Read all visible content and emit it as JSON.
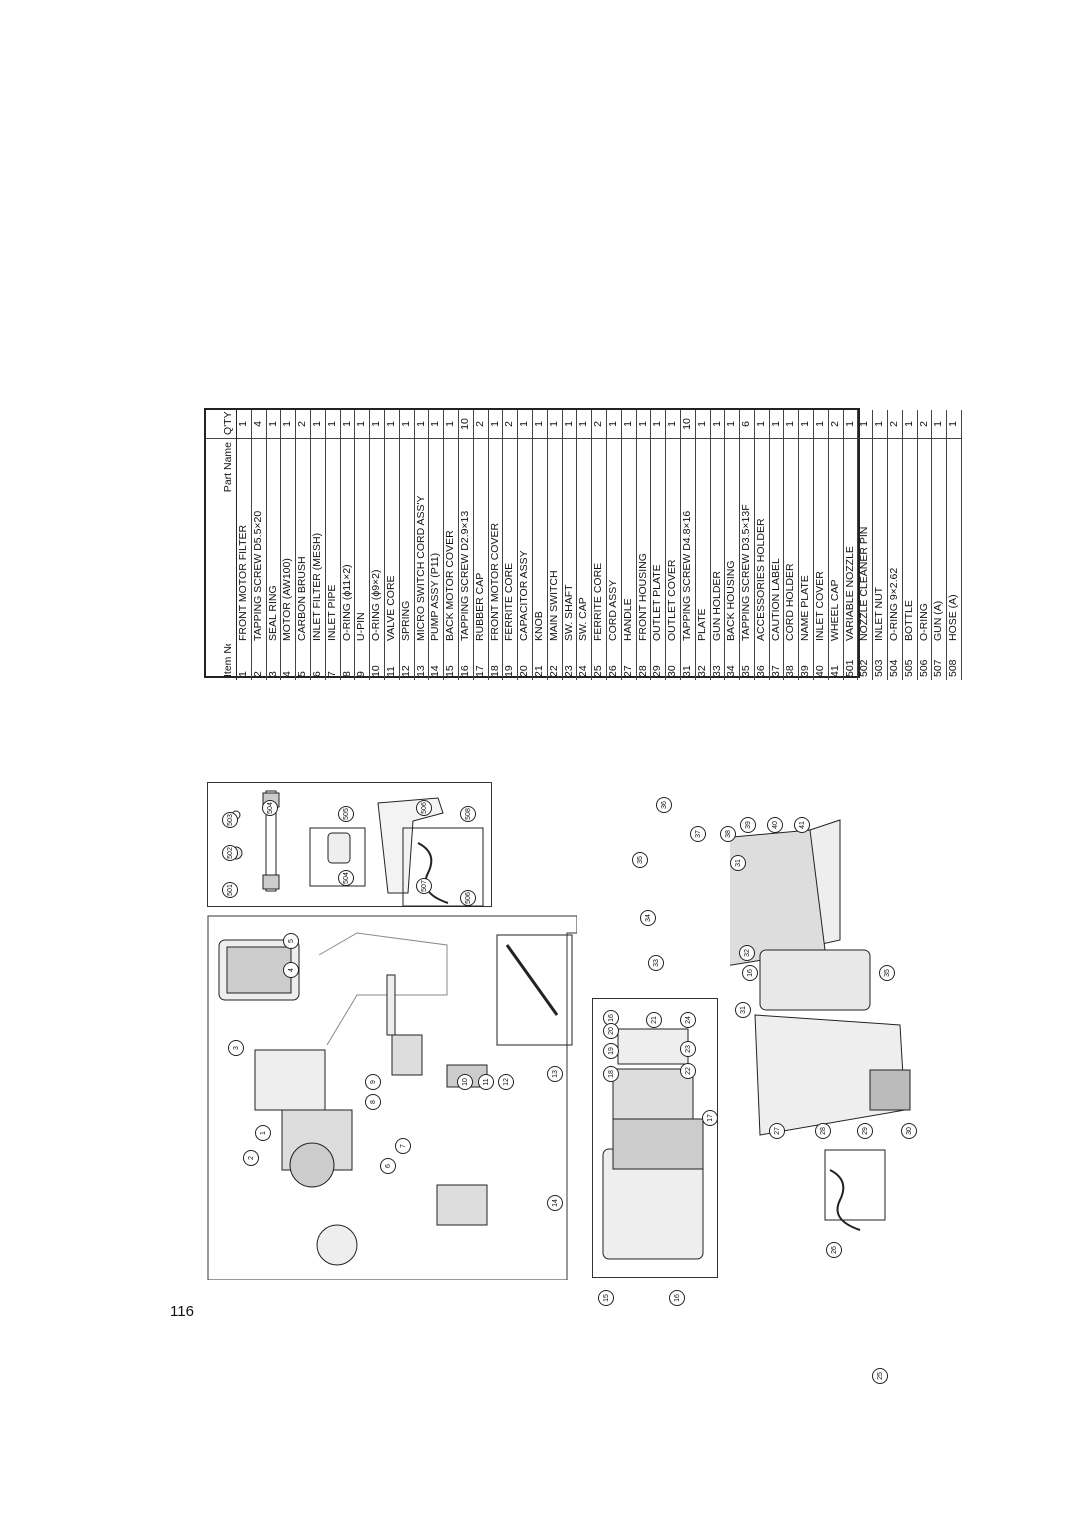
{
  "page": {
    "number": "116"
  },
  "table": {
    "header": {
      "item_no": "Item No.",
      "part_name": "Part Name",
      "qty": "Q'TY"
    },
    "rows": [
      {
        "no": "1",
        "name": "FRONT MOTOR FILTER",
        "qty": "1"
      },
      {
        "no": "2",
        "name": "TAPPING SCREW D5.5×20",
        "qty": "4"
      },
      {
        "no": "3",
        "name": "SEAL RING",
        "qty": "1"
      },
      {
        "no": "4",
        "name": "MOTOR (AW100)",
        "qty": "1"
      },
      {
        "no": "5",
        "name": "CARBON BRUSH",
        "qty": "2"
      },
      {
        "no": "6",
        "name": "INLET FILTER (MESH)",
        "qty": "1"
      },
      {
        "no": "7",
        "name": "INLET PIPE",
        "qty": "1"
      },
      {
        "no": "8",
        "name": "O-RING (ϕ11×2)",
        "qty": "1"
      },
      {
        "no": "9",
        "name": "U-PIN",
        "qty": "1"
      },
      {
        "no": "10",
        "name": "O-RING (ϕ9×2)",
        "qty": "1"
      },
      {
        "no": "11",
        "name": "VALVE CORE",
        "qty": "1"
      },
      {
        "no": "12",
        "name": "SPRING",
        "qty": "1"
      },
      {
        "no": "13",
        "name": "MICRO SWITCH CORD ASS'Y",
        "qty": "1"
      },
      {
        "no": "14",
        "name": "PUMP ASSY (P11)",
        "qty": "1"
      },
      {
        "no": "15",
        "name": "BACK MOTOR COVER",
        "qty": "1"
      },
      {
        "no": "16",
        "name": "TAPPING SCREW D2.9×13",
        "qty": "10"
      },
      {
        "no": "17",
        "name": "RUBBER CAP",
        "qty": "2"
      },
      {
        "no": "18",
        "name": "FRONT MOTOR COVER",
        "qty": "1"
      },
      {
        "no": "19",
        "name": "FERRITE CORE",
        "qty": "2"
      },
      {
        "no": "20",
        "name": "CAPACITOR ASSY",
        "qty": "1"
      },
      {
        "no": "21",
        "name": "KNOB",
        "qty": "1"
      },
      {
        "no": "22",
        "name": "MAIN SWITCH",
        "qty": "1"
      },
      {
        "no": "23",
        "name": "SW. SHAFT",
        "qty": "1"
      },
      {
        "no": "24",
        "name": "SW. CAP",
        "qty": "1"
      },
      {
        "no": "25",
        "name": "FERRITE CORE",
        "qty": "2"
      },
      {
        "no": "26",
        "name": "CORD ASSY",
        "qty": "1"
      },
      {
        "no": "27",
        "name": "HANDLE",
        "qty": "1"
      },
      {
        "no": "28",
        "name": "FRONT HOUSING",
        "qty": "1"
      },
      {
        "no": "29",
        "name": "OUTLET PLATE",
        "qty": "1"
      },
      {
        "no": "30",
        "name": "OUTLET COVER",
        "qty": "1"
      },
      {
        "no": "31",
        "name": "TAPPING SCREW D4.8×16",
        "qty": "10"
      },
      {
        "no": "32",
        "name": "PLATE",
        "qty": "1"
      },
      {
        "no": "33",
        "name": "GUN HOLDER",
        "qty": "1"
      },
      {
        "no": "34",
        "name": "BACK HOUSING",
        "qty": "1"
      },
      {
        "no": "35",
        "name": "TAPPING SCREW D3.5×13F",
        "qty": "6"
      },
      {
        "no": "36",
        "name": "ACCESSORIES HOLDER",
        "qty": "1"
      },
      {
        "no": "37",
        "name": "CAUTION LABEL",
        "qty": "1"
      },
      {
        "no": "38",
        "name": "CORD HOLDER",
        "qty": "1"
      },
      {
        "no": "39",
        "name": "NAME PLATE",
        "qty": "1"
      },
      {
        "no": "40",
        "name": "INLET COVER",
        "qty": "1"
      },
      {
        "no": "41",
        "name": "WHEEL CAP",
        "qty": "2"
      },
      {
        "no": "501",
        "name": "VARIABLE NOZZLE",
        "qty": "1"
      },
      {
        "no": "502",
        "name": "NOZZLE CLEANER PIN",
        "qty": "1"
      },
      {
        "no": "503",
        "name": "INLET NUT",
        "qty": "1"
      },
      {
        "no": "504",
        "name": "O-RING 9×2.62",
        "qty": "2"
      },
      {
        "no": "505",
        "name": "BOTTLE",
        "qty": "1"
      },
      {
        "no": "506",
        "name": "O-RING",
        "qty": "2"
      },
      {
        "no": "507",
        "name": "GUN (A)",
        "qty": "1"
      },
      {
        "no": "508",
        "name": "HOSE (A)",
        "qty": "1"
      }
    ]
  },
  "callouts": {
    "accessories": [
      "501",
      "502",
      "503",
      "504",
      "505",
      "504",
      "506",
      "507",
      "508",
      "506"
    ],
    "pump": [
      "1",
      "2",
      "3",
      "4",
      "5",
      "6",
      "7",
      "8",
      "9",
      "10",
      "11",
      "12",
      "13",
      "14"
    ],
    "motor": [
      "15",
      "16",
      "16",
      "17",
      "18",
      "19",
      "20",
      "21",
      "22",
      "23",
      "24"
    ],
    "housing": [
      "25",
      "26",
      "27",
      "28",
      "29",
      "30",
      "31",
      "31",
      "32",
      "33",
      "34",
      "35",
      "36",
      "37",
      "38",
      "39",
      "40",
      "41",
      "16",
      "35"
    ]
  }
}
